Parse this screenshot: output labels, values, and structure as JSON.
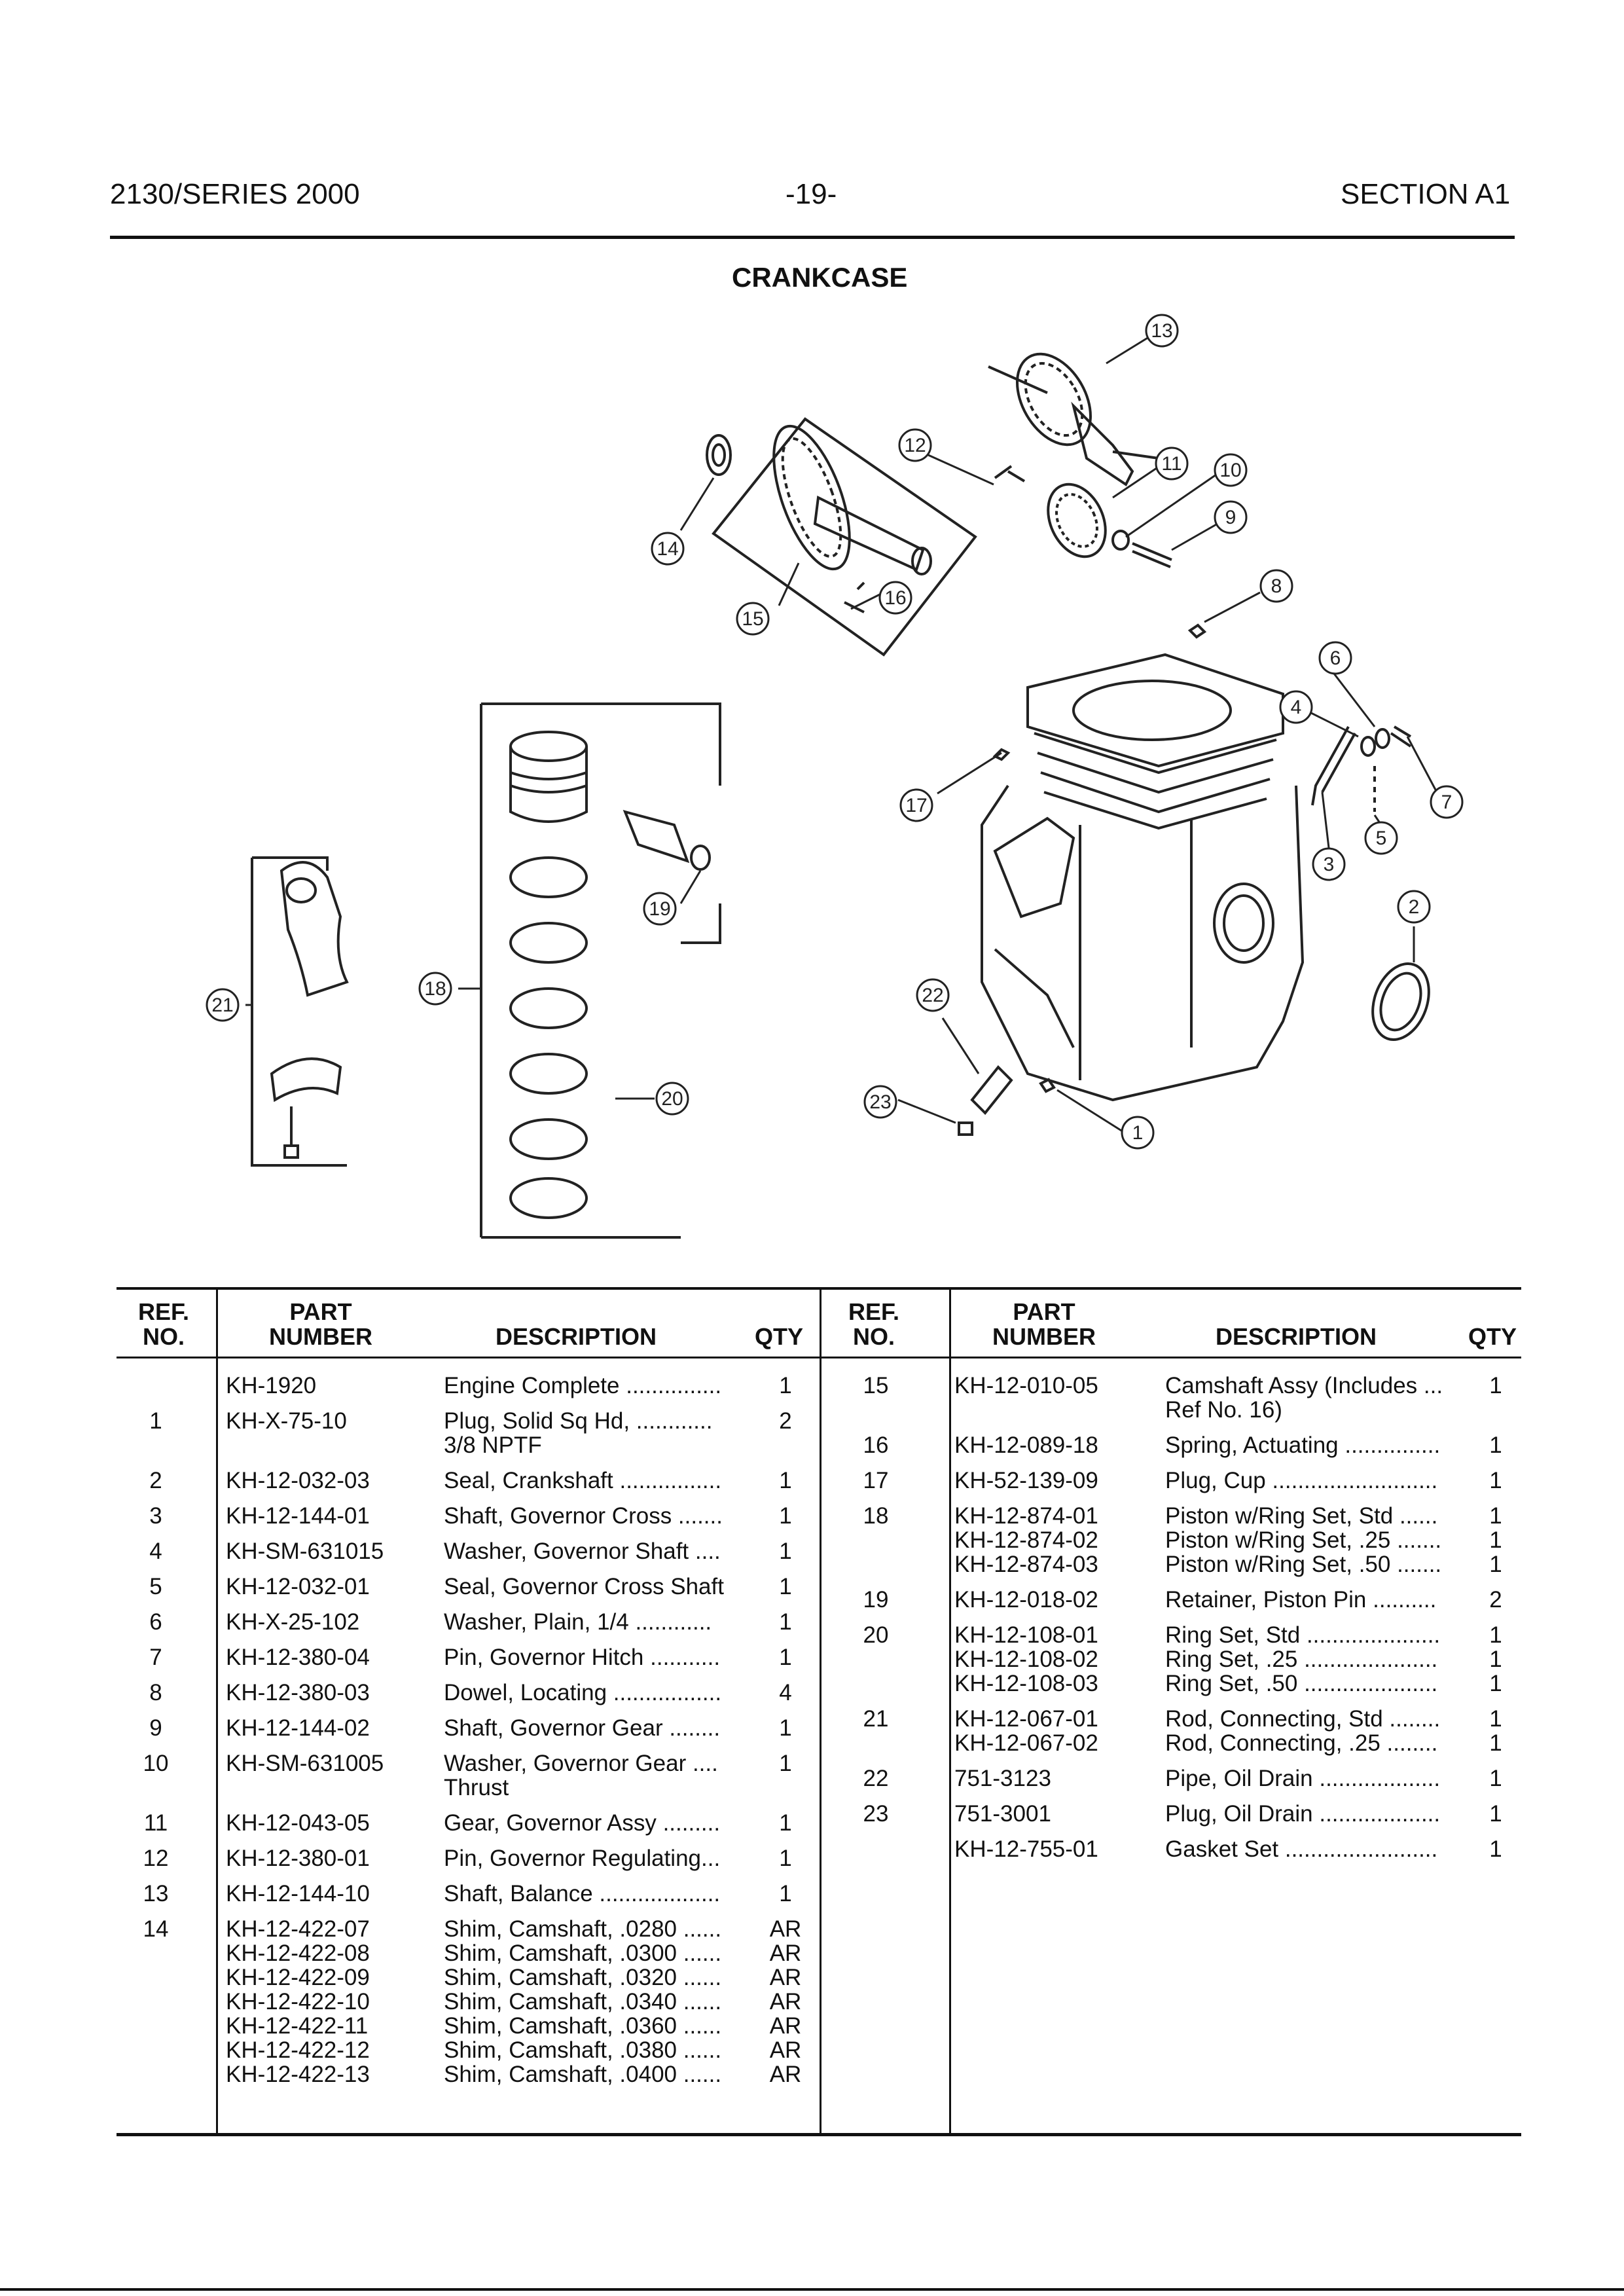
{
  "header": {
    "left": "2130/SERIES 2000",
    "center": "-19-",
    "right": "SECTION A1"
  },
  "title": "CRANKCASE",
  "diagram": {
    "callouts": [
      "1",
      "2",
      "3",
      "4",
      "5",
      "6",
      "7",
      "8",
      "9",
      "10",
      "11",
      "12",
      "13",
      "14",
      "15",
      "16",
      "17",
      "18",
      "19",
      "20",
      "21",
      "22",
      "23"
    ]
  },
  "table": {
    "columns": {
      "ref": [
        "REF.",
        "NO."
      ],
      "part": [
        "PART",
        "NUMBER"
      ],
      "desc": "DESCRIPTION",
      "qty": "QTY"
    },
    "left_rows": [
      {
        "ref": "",
        "part": "KH-1920",
        "desc": "Engine Complete ...............",
        "qty": "1"
      },
      {
        "ref": "1",
        "part": "KH-X-75-10",
        "desc": "Plug, Solid Sq Hd, ............\n3/8 NPTF",
        "qty": "2"
      },
      {
        "ref": "2",
        "part": "KH-12-032-03",
        "desc": "Seal, Crankshaft ................",
        "qty": "1"
      },
      {
        "ref": "3",
        "part": "KH-12-144-01",
        "desc": "Shaft, Governor Cross .......",
        "qty": "1"
      },
      {
        "ref": "4",
        "part": "KH-SM-631015",
        "desc": "Washer, Governor Shaft ....",
        "qty": "1"
      },
      {
        "ref": "5",
        "part": "KH-12-032-01",
        "desc": "Seal, Governor Cross Shaft",
        "qty": "1"
      },
      {
        "ref": "6",
        "part": "KH-X-25-102",
        "desc": "Washer, Plain, 1/4 ............",
        "qty": "1"
      },
      {
        "ref": "7",
        "part": "KH-12-380-04",
        "desc": "Pin, Governor Hitch ...........",
        "qty": "1"
      },
      {
        "ref": "8",
        "part": "KH-12-380-03",
        "desc": "Dowel, Locating .................",
        "qty": "4"
      },
      {
        "ref": "9",
        "part": "KH-12-144-02",
        "desc": "Shaft, Governor Gear ........",
        "qty": "1"
      },
      {
        "ref": "10",
        "part": "KH-SM-631005",
        "desc": "Washer, Governor Gear ....\nThrust",
        "qty": "1"
      },
      {
        "ref": "11",
        "part": "KH-12-043-05",
        "desc": "Gear, Governor Assy .........",
        "qty": "1"
      },
      {
        "ref": "12",
        "part": "KH-12-380-01",
        "desc": "Pin, Governor Regulating...",
        "qty": "1"
      },
      {
        "ref": "13",
        "part": "KH-12-144-10",
        "desc": "Shaft, Balance ...................",
        "qty": "1"
      },
      {
        "ref": "14",
        "part": "KH-12-422-07\nKH-12-422-08\nKH-12-422-09\nKH-12-422-10\nKH-12-422-11\nKH-12-422-12\nKH-12-422-13",
        "desc": "Shim, Camshaft, .0280 ......\nShim, Camshaft, .0300 ......\nShim, Camshaft, .0320 ......\nShim, Camshaft, .0340 ......\nShim, Camshaft, .0360 ......\nShim, Camshaft, .0380 ......\nShim, Camshaft, .0400 ......",
        "qty": "AR\nAR\nAR\nAR\nAR\nAR\nAR"
      }
    ],
    "right_rows": [
      {
        "ref": "15",
        "part": "KH-12-010-05",
        "desc": "Camshaft Assy (Includes ...\nRef No. 16)",
        "qty": "1"
      },
      {
        "ref": "16",
        "part": "KH-12-089-18",
        "desc": "Spring, Actuating ...............",
        "qty": "1"
      },
      {
        "ref": "17",
        "part": "KH-52-139-09",
        "desc": "Plug, Cup ..........................",
        "qty": "1"
      },
      {
        "ref": "18",
        "part": "KH-12-874-01\nKH-12-874-02\nKH-12-874-03",
        "desc": "Piston w/Ring Set, Std ......\nPiston w/Ring Set, .25 .......\nPiston w/Ring Set, .50 .......",
        "qty": "1\n1\n1"
      },
      {
        "ref": "19",
        "part": "KH-12-018-02",
        "desc": "Retainer, Piston Pin ..........",
        "qty": "2"
      },
      {
        "ref": "20",
        "part": "KH-12-108-01\nKH-12-108-02\nKH-12-108-03",
        "desc": "Ring Set, Std .....................\nRing Set, .25 .....................\nRing Set, .50 .....................",
        "qty": "1\n1\n1"
      },
      {
        "ref": "21",
        "part": "KH-12-067-01\nKH-12-067-02",
        "desc": "Rod, Connecting, Std ........\nRod, Connecting, .25 ........",
        "qty": "1\n1"
      },
      {
        "ref": "22",
        "part": "751-3123",
        "desc": "Pipe, Oil Drain ...................",
        "qty": "1"
      },
      {
        "ref": "23",
        "part": "751-3001",
        "desc": "Plug, Oil Drain ...................",
        "qty": "1"
      },
      {
        "ref": "",
        "part": "KH-12-755-01",
        "desc": "Gasket Set ........................",
        "qty": "1"
      }
    ]
  }
}
